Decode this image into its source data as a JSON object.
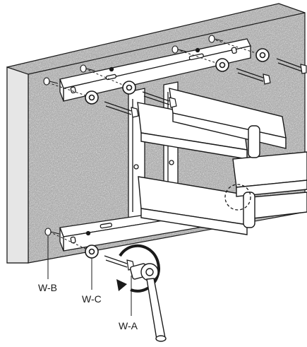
{
  "diagram": {
    "labels": {
      "wall_plug": "W-B",
      "washer": "W-C",
      "lag_bolt": "W-A"
    },
    "colors": {
      "wall_texture": "#9a9a9a",
      "wall_edge": "#d9d9d9",
      "metal": "#ffffff",
      "line": "#1a1a1a"
    }
  }
}
